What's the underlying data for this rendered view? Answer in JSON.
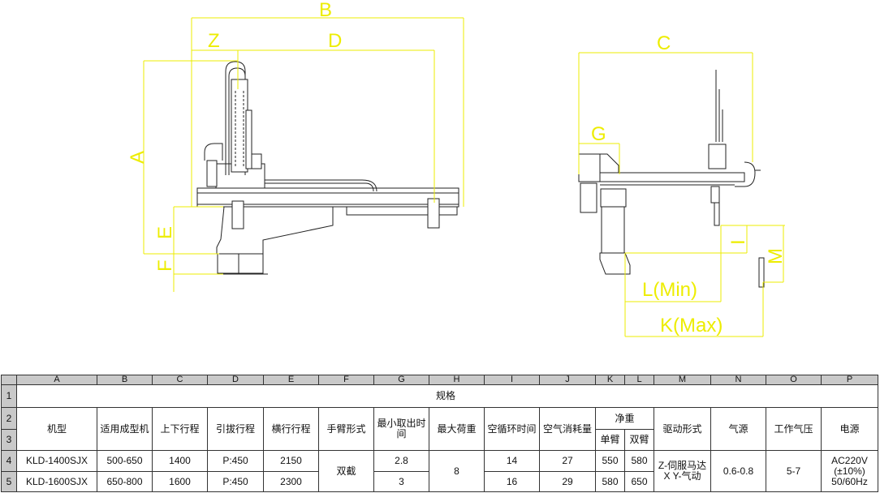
{
  "drawing": {
    "labels": {
      "B": "B",
      "Z": "Z",
      "D": "D",
      "A": "A",
      "E": "E",
      "F": "F",
      "C": "C",
      "G": "G",
      "I": "I",
      "M": "M",
      "L": "L(Min)",
      "K": "K(Max)"
    },
    "colors": {
      "dimension": "#ecec00",
      "machine": "#222222"
    }
  },
  "sheet": {
    "columns": [
      "A",
      "B",
      "C",
      "D",
      "E",
      "F",
      "G",
      "H",
      "I",
      "J",
      "K",
      "L",
      "M",
      "N",
      "O",
      "P"
    ],
    "rows": [
      "1",
      "2",
      "3",
      "4",
      "5"
    ],
    "title": "规格",
    "headers": {
      "model": "机型",
      "machine": "适用成型机",
      "updown": "上下行程",
      "pull": "引拔行程",
      "traverse": "横行行程",
      "arm": "手臂形式",
      "min_time": "最小取出时间",
      "max_load": "最大荷重",
      "cycle": "空循环时间",
      "air": "空气消耗量",
      "weight": "净重",
      "single": "单臂",
      "double": "双臂",
      "drive": "驱动形式",
      "air_source": "气源",
      "pressure": "工作气压",
      "power": "电源"
    },
    "data": [
      {
        "model": "KLD-1400SJX",
        "machine": "500-650",
        "updown": "1400",
        "pull": "P:450",
        "traverse": "2150",
        "min_time": "2.8",
        "cycle": "14",
        "air": "27",
        "single": "550",
        "double": "580"
      },
      {
        "model": "KLD-1600SJX",
        "machine": "650-800",
        "updown": "1600",
        "pull": "P:450",
        "traverse": "2300",
        "min_time": "3",
        "cycle": "16",
        "air": "29",
        "single": "580",
        "double": "650"
      }
    ],
    "shared": {
      "arm": "双截",
      "max_load": "8",
      "drive": "Z-伺服马达 X Y-气动",
      "air_source": "0.6-0.8",
      "pressure": "5-7",
      "power": "AC220V (±10%) 50/60Hz"
    }
  }
}
